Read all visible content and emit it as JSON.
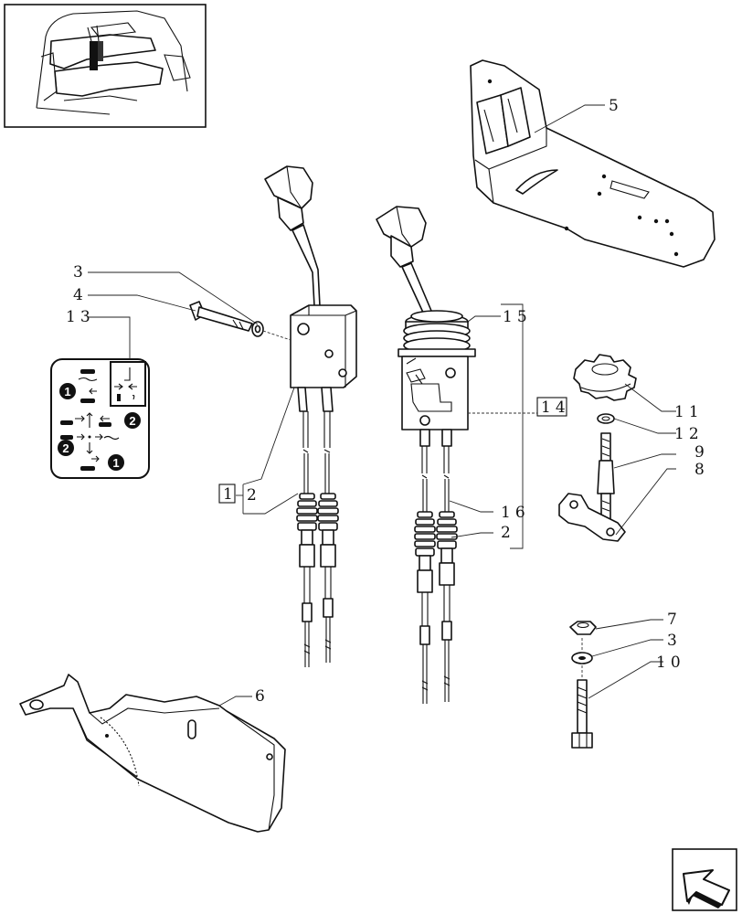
{
  "callouts": {
    "c1": "1",
    "c2a": "2",
    "c2b": "2",
    "c3a": "3",
    "c3b": "3",
    "c4": "4",
    "c5": "5",
    "c6": "6",
    "c7": "7",
    "c8": "8",
    "c9": "9",
    "c10": "10",
    "c11": "11",
    "c12": "12",
    "c13": "13",
    "c14": "14",
    "c15": "15",
    "c16": "16"
  },
  "decal": {
    "marker_1": "1",
    "marker_2": "2"
  },
  "icons": {
    "locator": "tractor-cab-locator-icon",
    "nav": "next-page-arrow-icon"
  },
  "colors": {
    "ink": "#111111",
    "paper": "#ffffff"
  }
}
